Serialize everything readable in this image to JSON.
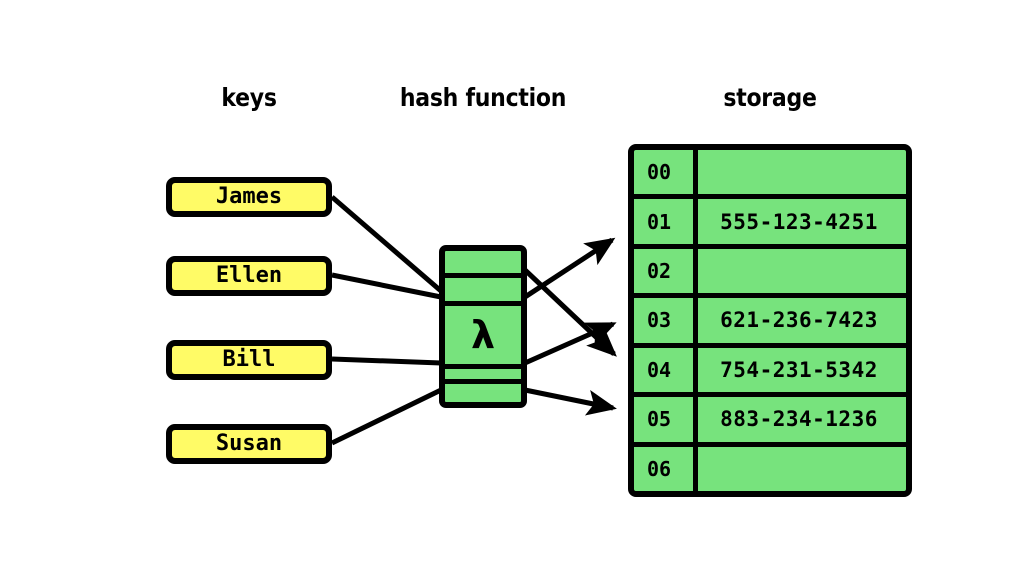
{
  "headings": {
    "keys": "keys",
    "hash_function": "hash function",
    "storage": "storage"
  },
  "keys": [
    {
      "label": "James"
    },
    {
      "label": "Ellen"
    },
    {
      "label": "Bill"
    },
    {
      "label": "Susan"
    }
  ],
  "hash_function": {
    "symbol": "λ"
  },
  "storage": {
    "rows": [
      {
        "index": "00",
        "value": ""
      },
      {
        "index": "01",
        "value": "555-123-4251"
      },
      {
        "index": "02",
        "value": ""
      },
      {
        "index": "03",
        "value": "621-236-7423"
      },
      {
        "index": "04",
        "value": "754-231-5342"
      },
      {
        "index": "05",
        "value": "883-234-1236"
      },
      {
        "index": "06",
        "value": ""
      }
    ]
  },
  "colors": {
    "key_fill": "#fffb66",
    "green_fill": "#77e37d",
    "stroke": "#000000",
    "background": "#ffffff"
  }
}
